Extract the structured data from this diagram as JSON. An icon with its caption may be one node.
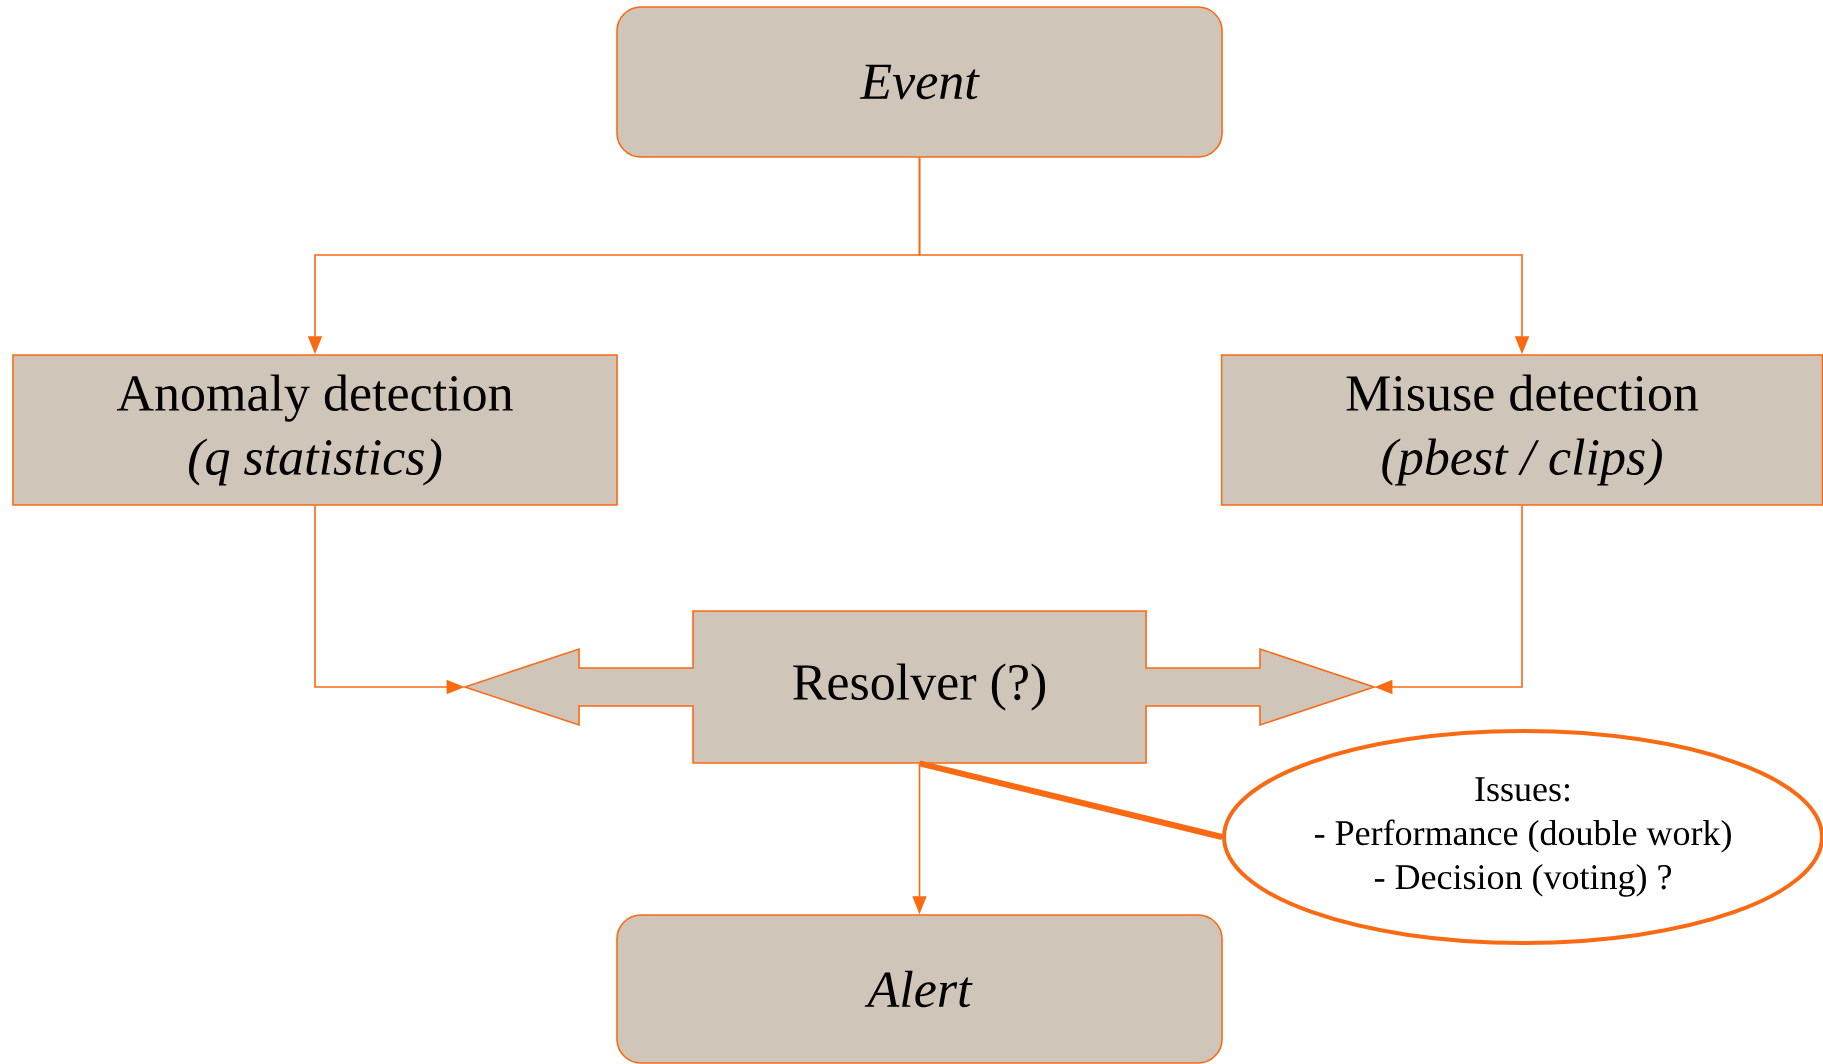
{
  "diagram": {
    "nodes": [
      {
        "text": [
          "Event"
        ]
      },
      {
        "text": [
          "Anomaly detection",
          "(q statistics)"
        ]
      },
      {
        "text": [
          "Misuse detection",
          "(pbest / clips)"
        ]
      },
      {
        "text": [
          "Resolver (?)"
        ]
      },
      {
        "text": [
          "Alert"
        ]
      },
      {
        "text": [
          "Issues:",
          "- Performance (double work)",
          "- Decision (voting) ?"
        ]
      }
    ],
    "edges": [
      {
        "from": 0,
        "to": 1,
        "arrow": "to"
      },
      {
        "from": 0,
        "to": 2,
        "arrow": "to"
      },
      {
        "from": 1,
        "to": 3,
        "arrow": "to"
      },
      {
        "from": 2,
        "to": 3,
        "arrow": "to"
      },
      {
        "from": 3,
        "to": 4,
        "arrow": "to"
      },
      {
        "from": 5,
        "to": 3,
        "arrow": "none",
        "style": "thick"
      }
    ]
  }
}
